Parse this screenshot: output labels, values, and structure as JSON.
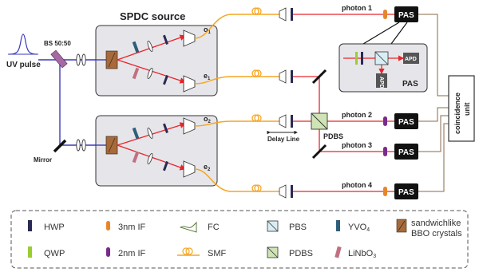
{
  "labels": {
    "spdc_source": "SPDC source",
    "uv_pulse": "UV pulse",
    "bs": "BS 50:50",
    "mirror": "Mirror",
    "delay_line": "Delay Line",
    "pdbs": "PDBS",
    "o1": "o",
    "o1_sub": "1",
    "e1": "e",
    "e1_sub": "1",
    "o2": "o",
    "o2_sub": "2",
    "e2": "e",
    "e2_sub": "2",
    "photon1": "photon 1",
    "photon2": "photon 2",
    "photon3": "photon 3",
    "photon4": "photon 4",
    "pas": "PAS",
    "apd": "APD",
    "coincidence_line1": "coincidence",
    "coincidence_line2": "unit"
  },
  "legend": {
    "hwp": "HWP",
    "qwp": "QWP",
    "if3": "3nm IF",
    "if2": "2nm IF",
    "fc": "FC",
    "smf": "SMF",
    "pbs": "PBS",
    "pdbs": "PDBS",
    "yvo4": "YVO",
    "yvo4_sub": "4",
    "linbo3": "LiNbO",
    "linbo3_sub": "3",
    "bbo_line1": "sandwichlike",
    "bbo_line2": "BBO crystals"
  },
  "colors": {
    "beam_red": "#e8262a",
    "fiber_orange": "#f5a623",
    "pump_blue": "#3a3ab8",
    "hwp_dark": "#2a2a55",
    "qwp_green": "#9acd32",
    "if3_orange": "#e8852a",
    "if2_purple": "#7a2a8a",
    "pbs_blue": "#d8eef4",
    "pdbs_green": "#cfe4b4",
    "yvo4_teal": "#2e5f7a",
    "linbo3_pink": "#c07080",
    "bbo_brown": "#a86a3a",
    "box_gray": "#e6e6ea",
    "pas_black": "#111111",
    "coupler_green": "#5a7a3a"
  }
}
